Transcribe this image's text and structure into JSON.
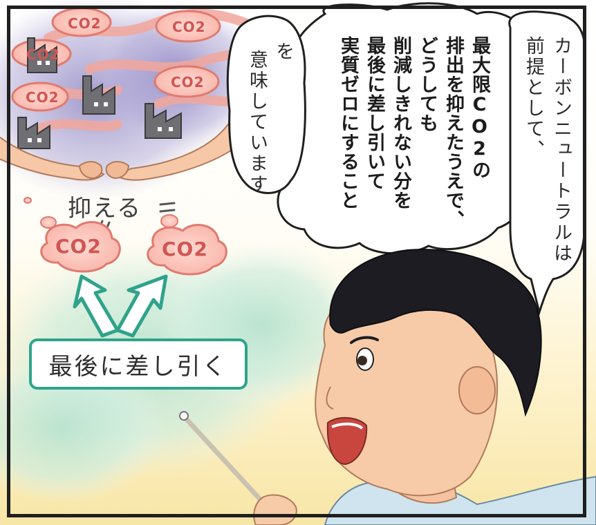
{
  "bubble_right": {
    "col1": "カーボンニュートラルは",
    "col2": "前提として、"
  },
  "bubble_main": {
    "col1": "最大限CO2の",
    "col2": "排出を抑えたうえで、",
    "col3": "どうしても",
    "col4": "削減しきれない分を",
    "col5": "最後に差し引いて",
    "col6": "実質ゼロにすること"
  },
  "bubble_small": {
    "col1": "を",
    "col2": "意味しています"
  },
  "illustration": {
    "co2_cloud_labels": [
      "CO2",
      "CO2",
      "CO2",
      "CO2",
      "CO2"
    ],
    "suppress_label": "抑える",
    "bottom_co2_labels": [
      "CO2",
      "CO2"
    ]
  },
  "label_box": {
    "text": "最後に差し引く"
  },
  "colors": {
    "frame": "#1f1f1f",
    "co2_red": "#d05552",
    "box_green": "#2fa38a",
    "smog_purple": "#a99fcf",
    "cloud_green": "#c7e8d8",
    "bg_yellow": "#f8e6a6"
  }
}
